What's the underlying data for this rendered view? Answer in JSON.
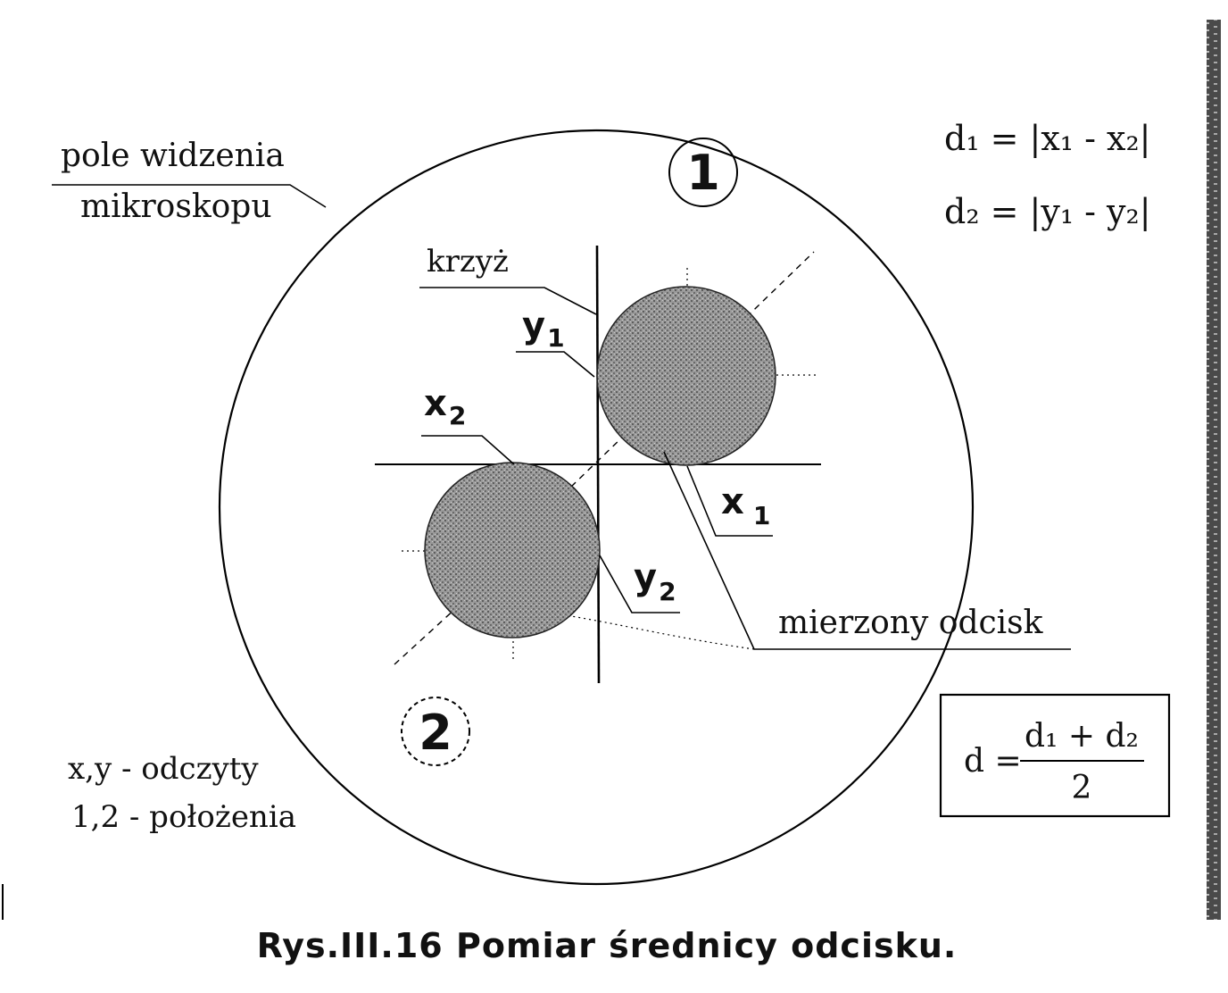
{
  "labels": {
    "field_line1": "pole widzenia",
    "field_line2": "mikroskopu",
    "cross": "krzyż",
    "y1": "y",
    "y1_sub": "1",
    "x2": "x",
    "x2_sub": "2",
    "x1": "x",
    "x1_sub": "1",
    "y2": "y",
    "y2_sub": "2",
    "measured": "mierzony odcisk",
    "pos1": "1",
    "pos2": "2",
    "legend_line1": "x,y - odczyty",
    "legend_line2": "1,2 - położenia"
  },
  "formulas": {
    "d1": "d₁ = |x₁ - x₂|",
    "d2": "d₂ = |y₁ - y₂|",
    "d_left": "d =",
    "d_num": "d₁ + d₂",
    "d_den": "2"
  },
  "caption": "Rys.III.16  Pomiar średnicy odcisku.",
  "colors": {
    "ink": "#111111",
    "impression_fill": "#8c8c8c"
  }
}
